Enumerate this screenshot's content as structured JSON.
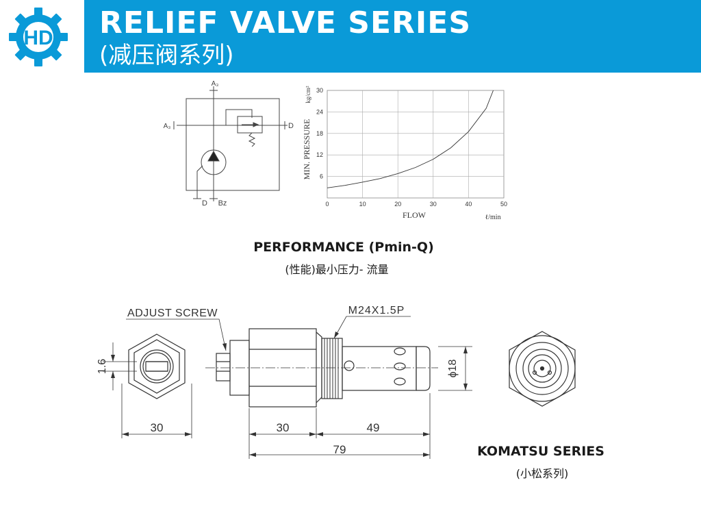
{
  "header": {
    "title": "RELIEF VALVE SERIES",
    "subtitle": "(减压阀系列)",
    "accent_color": "#0a9ad8"
  },
  "logo": {
    "text": "HD",
    "icon": "gear-logo-icon",
    "color": "#0a9ad8"
  },
  "schematic": {
    "port_top": "A₃",
    "port_left": "A₃",
    "port_right": "D",
    "port_bottom_left": "D",
    "port_bottom_right": "Bz"
  },
  "chart_data": {
    "type": "line",
    "xlabel": "FLOW",
    "x_unit": "ℓ/min",
    "ylabel": "MIN. PRESSURE",
    "y_unit": "kg/cm²",
    "x_ticks": [
      0,
      10,
      20,
      30,
      40,
      50
    ],
    "y_ticks": [
      6,
      12,
      18,
      24,
      30
    ],
    "xlim": [
      0,
      50
    ],
    "ylim": [
      0,
      30
    ],
    "grid": true,
    "series": [
      {
        "x": [
          0,
          5,
          10,
          15,
          20,
          25,
          30,
          35,
          40,
          45,
          47
        ],
        "y": [
          2.8,
          3.5,
          4.4,
          5.4,
          6.8,
          8.5,
          10.8,
          14.0,
          18.5,
          25.0,
          30.0
        ]
      }
    ]
  },
  "performance": {
    "title": "PERFORMANCE (Pmin-Q)",
    "subtitle": "(性能)最小压力- 流量"
  },
  "drawing": {
    "adjust_screw": "ADJUST SCREW",
    "thread": "M24X1.5P",
    "dim_width": "30",
    "dim_gap": "1.6",
    "dim_hex_length": "30",
    "dim_body_length": "49",
    "dim_total_length": "79",
    "dim_diameter": "ϕ18"
  },
  "komatsu": {
    "title": "KOMATSU SERIES",
    "subtitle": "(小松系列)"
  }
}
